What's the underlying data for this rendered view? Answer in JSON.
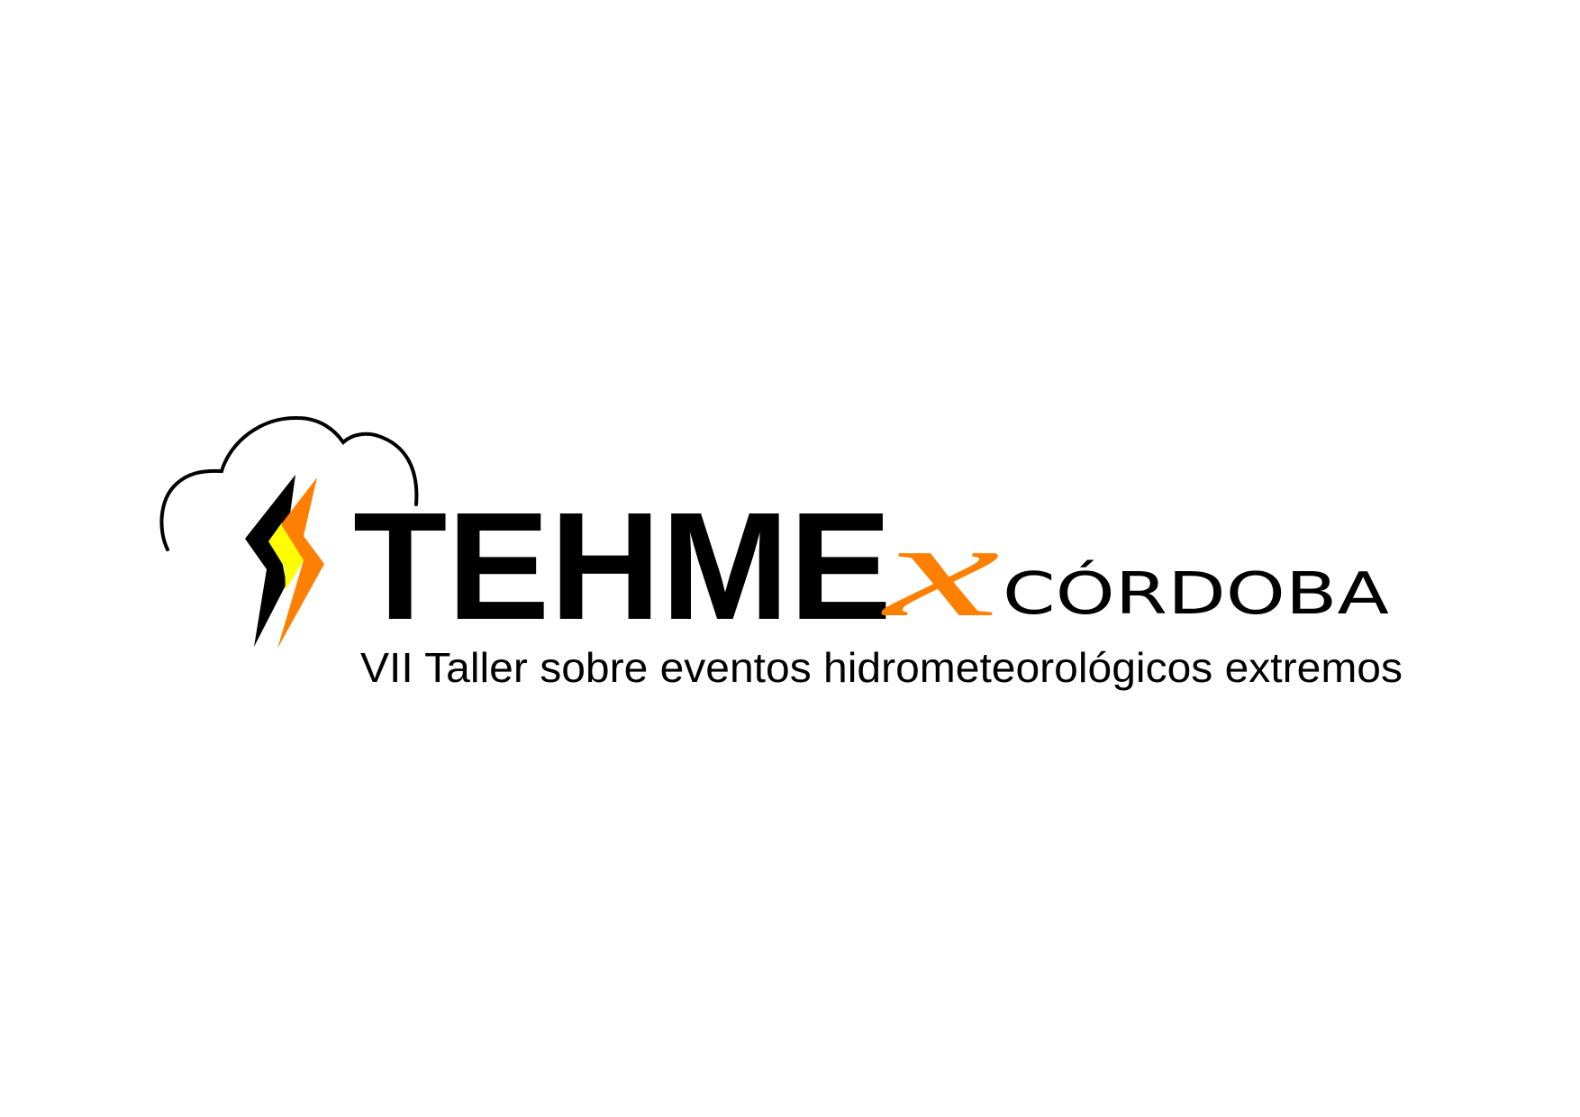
{
  "logo": {
    "wordmark": "TEHME",
    "x_mark": "x",
    "city": "CÓRDOBA",
    "subtitle": "VII Taller sobre eventos hidrometeorológicos extremos",
    "icons": {
      "cloud": "cloud-outline-icon",
      "bolt_black": "lightning-bolt-black-icon",
      "bolt_orange": "lightning-bolt-orange-icon"
    },
    "colors": {
      "background": "#ffffff",
      "text": "#000000",
      "accent_orange": "#ff8000",
      "accent_yellow": "#ffff00"
    }
  }
}
